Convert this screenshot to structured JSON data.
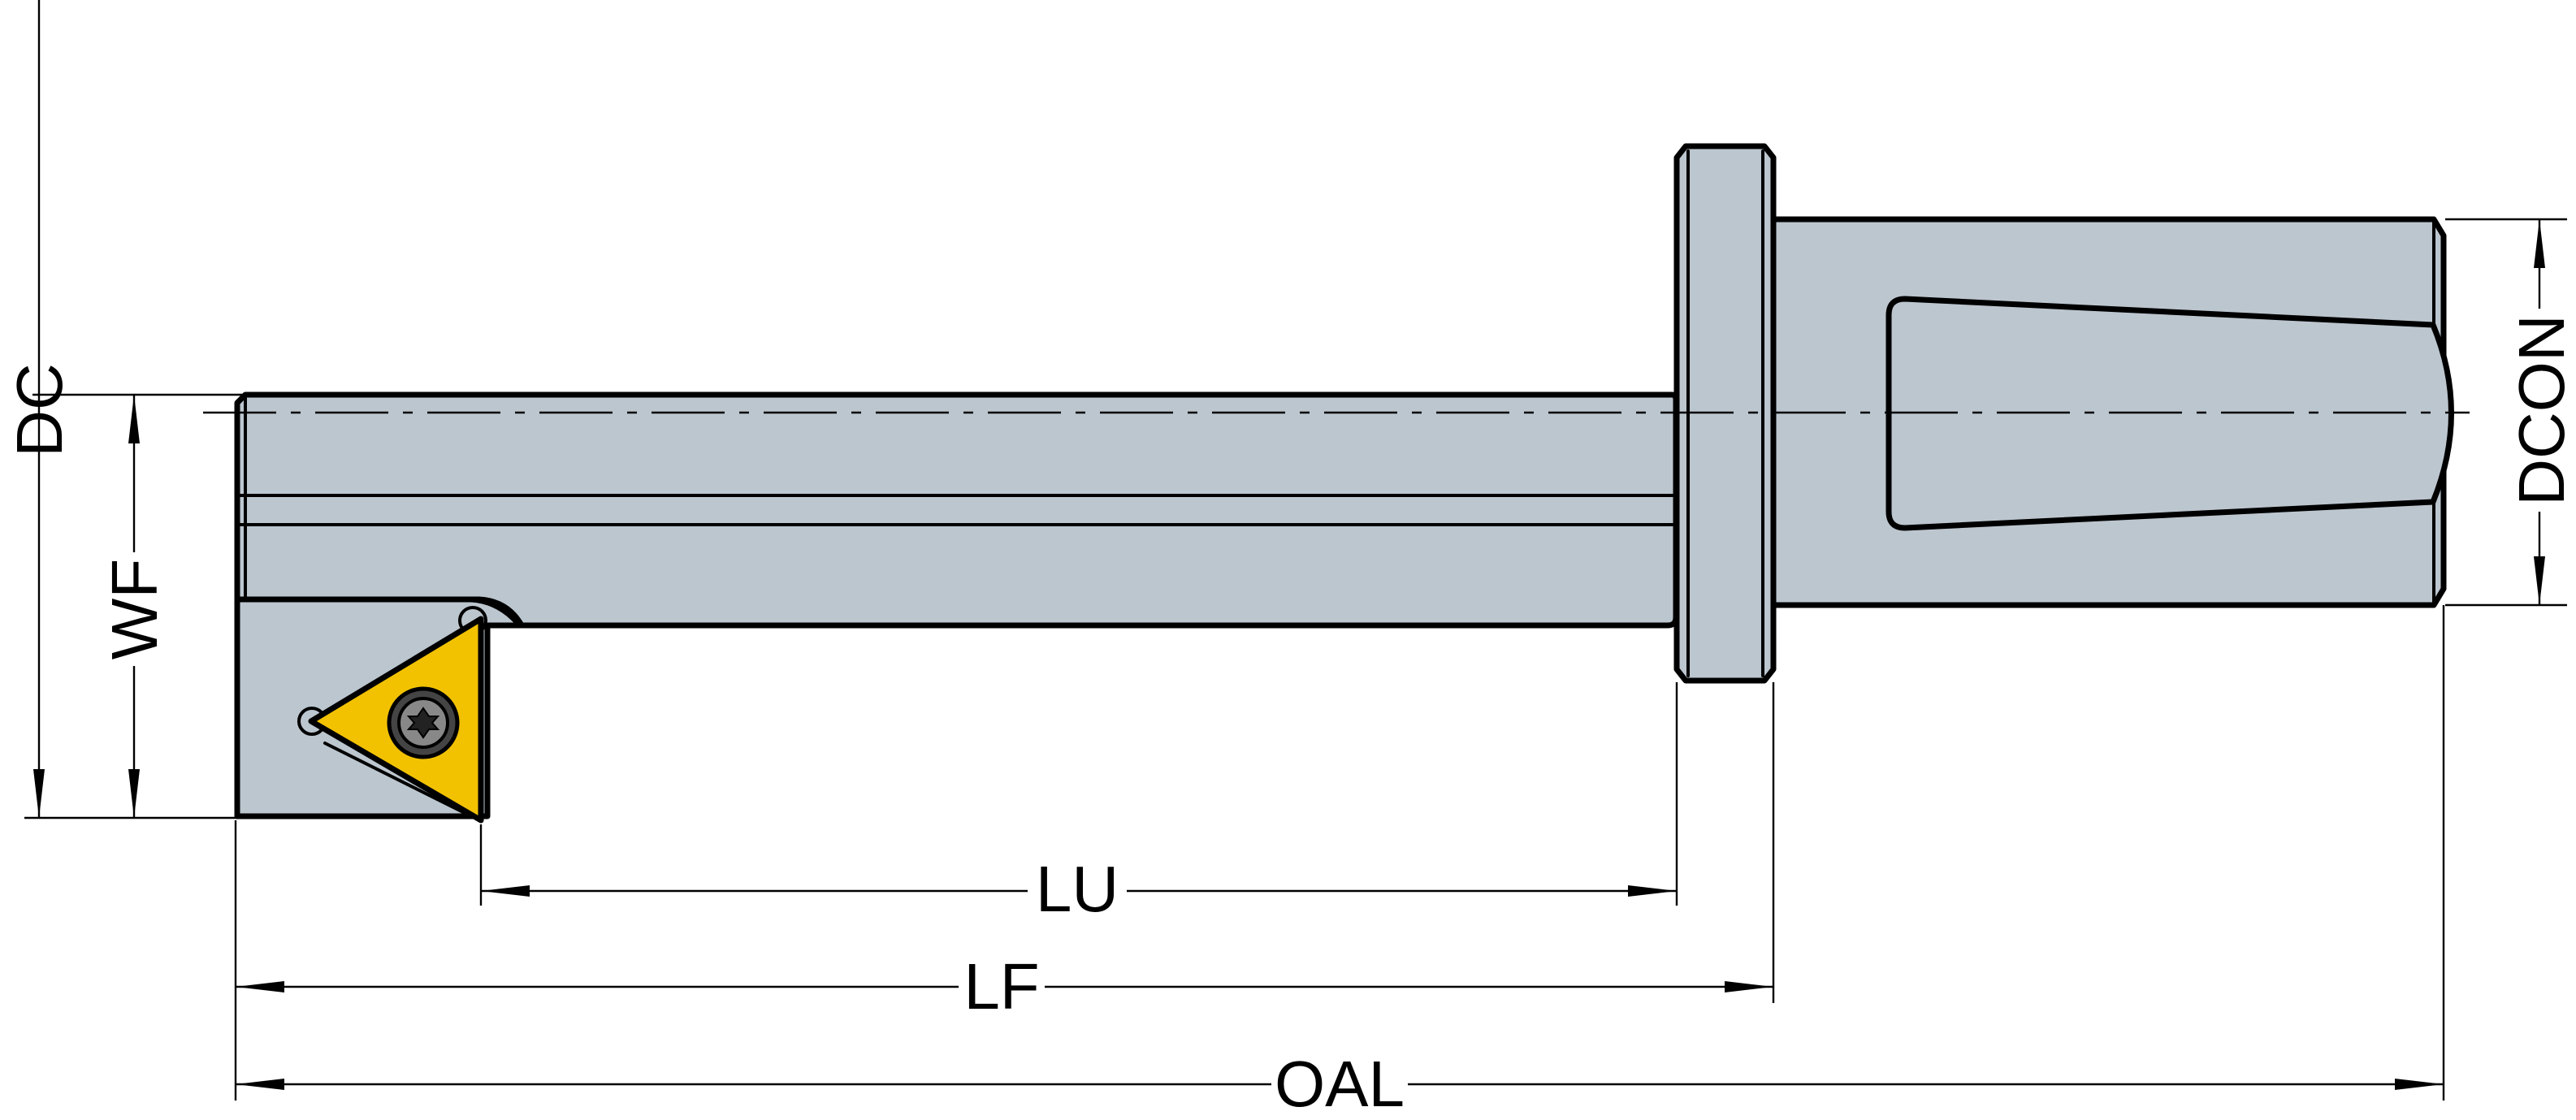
{
  "labels": {
    "dc": "DC",
    "wf": "WF",
    "dcon": "DCON",
    "lu": "LU",
    "lf": "LF",
    "oal": "OAL"
  },
  "colors": {
    "body": "#bcc6cf",
    "insert": "#f2c200",
    "line": "#000000",
    "background": "#ffffff"
  }
}
